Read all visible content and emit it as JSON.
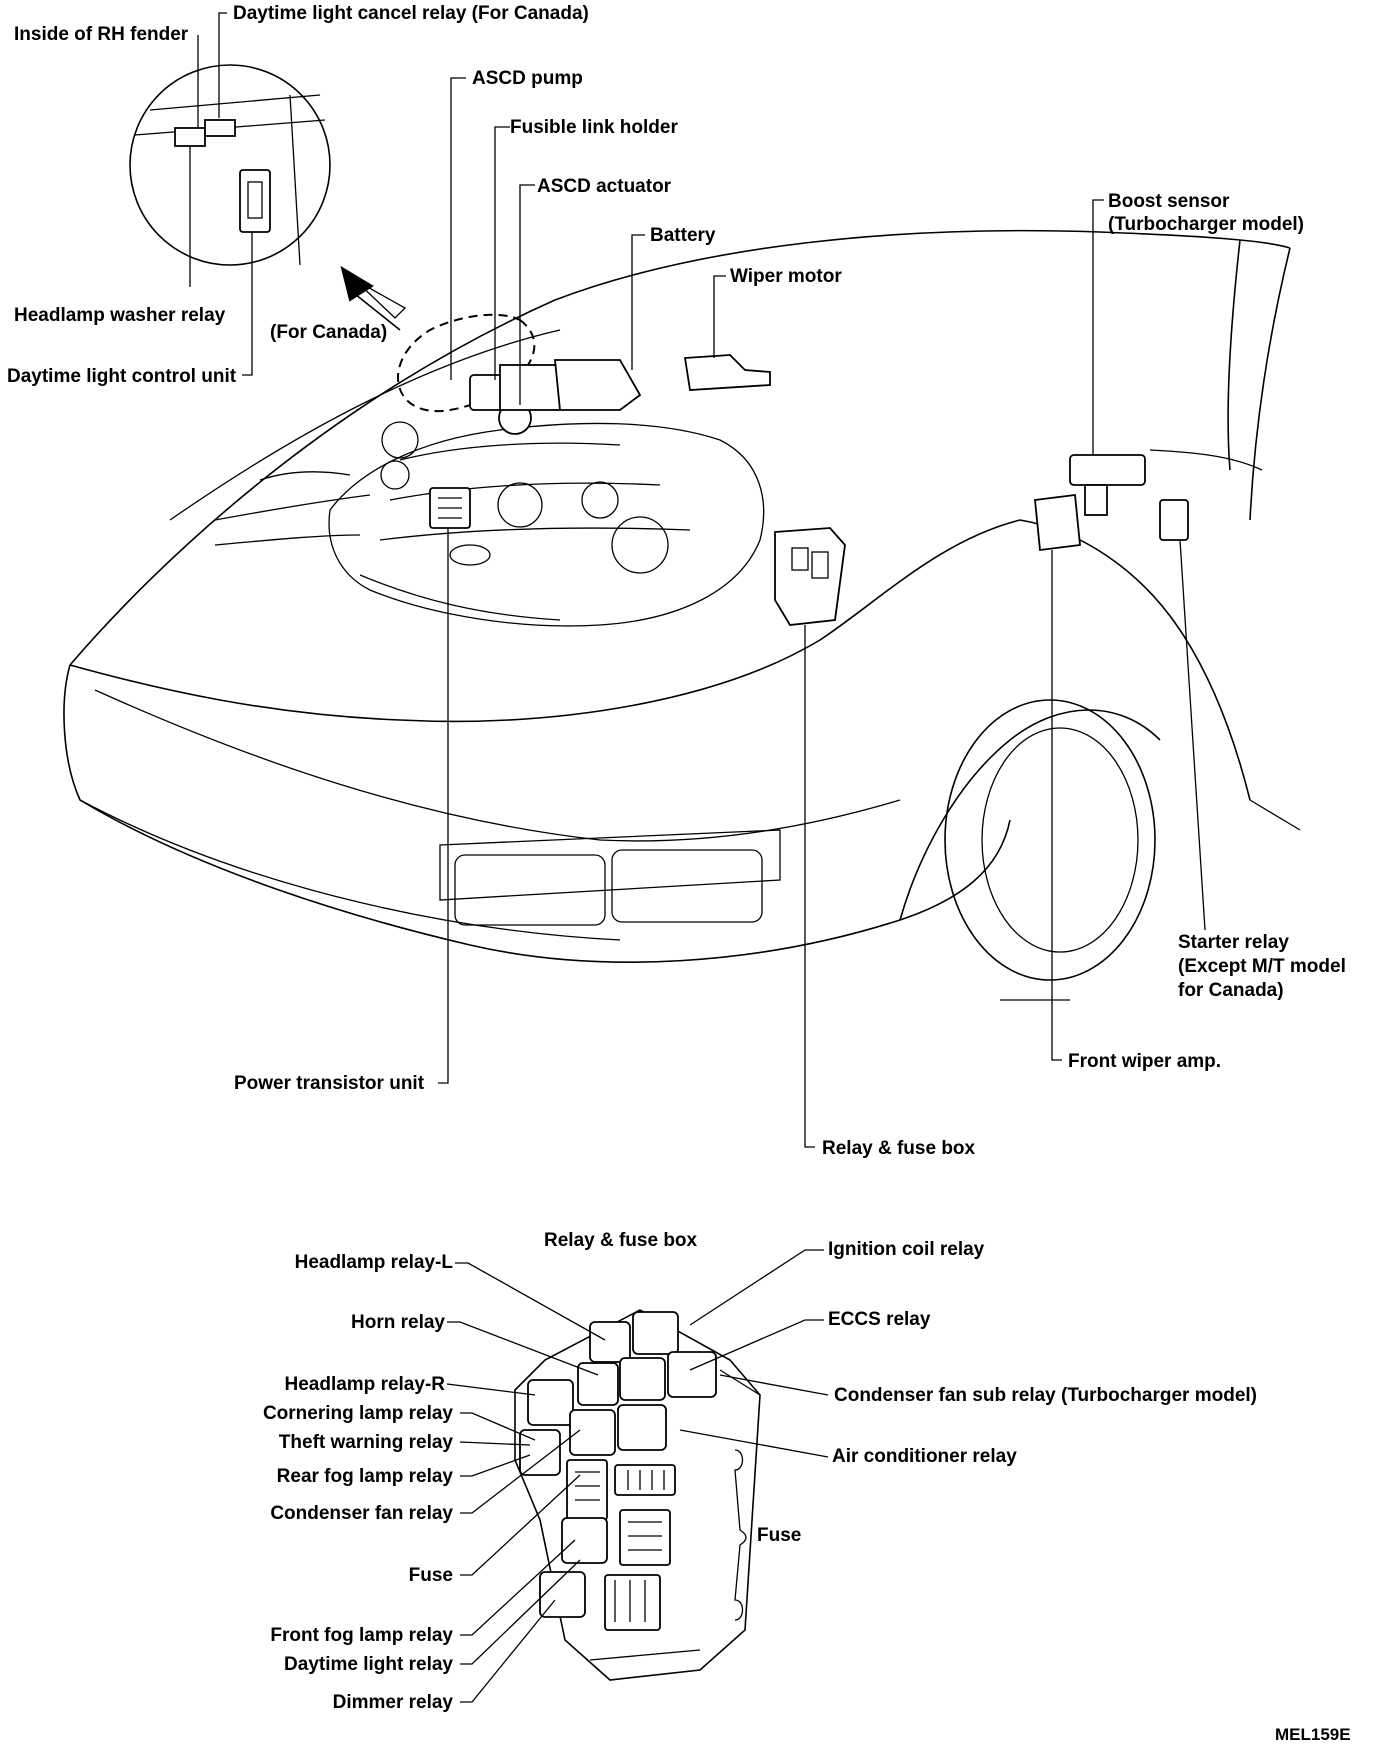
{
  "diagram": {
    "labels": {
      "inside_rh_fender": "Inside of RH fender",
      "daytime_cancel_relay": "Daytime light cancel relay (For Canada)",
      "headlamp_washer_relay": "Headlamp washer relay",
      "for_canada": "(For Canada)",
      "daytime_control_unit": "Daytime light control unit",
      "ascd_pump": "ASCD pump",
      "fusible_link_holder": "Fusible link holder",
      "ascd_actuator": "ASCD actuator",
      "battery": "Battery",
      "wiper_motor": "Wiper motor",
      "boost_sensor_1": "Boost sensor",
      "boost_sensor_2": "(Turbocharger model)",
      "starter_relay_1": "Starter relay",
      "starter_relay_2": "(Except M/T model",
      "starter_relay_3": "for Canada)",
      "front_wiper_amp": "Front wiper amp.",
      "power_transistor_unit": "Power transistor unit",
      "relay_fuse_box": "Relay & fuse box"
    },
    "box": {
      "title": "Relay & fuse box",
      "left": [
        "Headlamp relay-L",
        "Horn relay",
        "Headlamp relay-R",
        "Cornering lamp relay",
        "Theft warning relay",
        "Rear fog lamp relay",
        "Condenser fan relay",
        "Fuse",
        "Front fog lamp relay",
        "Daytime light relay",
        "Dimmer relay"
      ],
      "right": [
        "Ignition coil relay",
        "ECCS relay",
        "Condenser fan sub relay (Turbocharger model)",
        "Air conditioner relay",
        "Fuse"
      ]
    },
    "code": "MEL159E"
  }
}
